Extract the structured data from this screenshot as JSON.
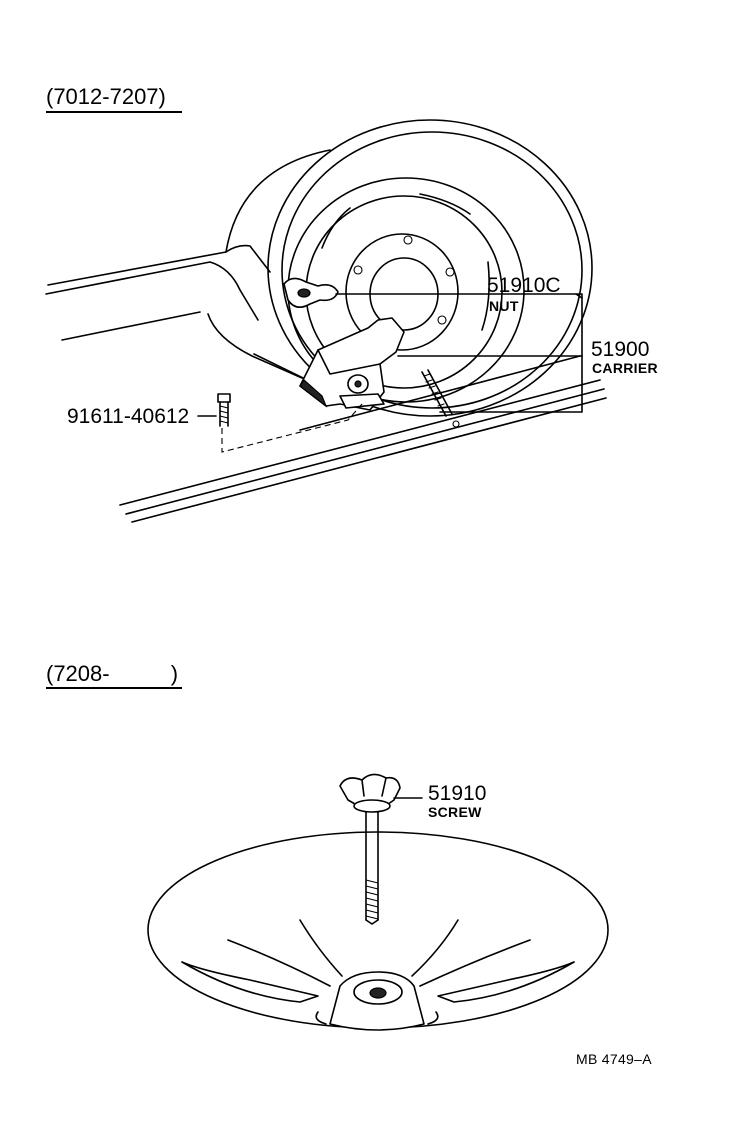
{
  "sections": [
    {
      "range_label": "(7012-7207)"
    },
    {
      "range_label": "(7208-          )"
    }
  ],
  "callouts": {
    "nut": {
      "part_no": "51910C",
      "name": "NUT"
    },
    "carrier": {
      "part_no": "51900",
      "name": "CARRIER"
    },
    "bolt": {
      "part_no": "91611-40612"
    },
    "screw": {
      "part_no": "51910",
      "name": "SCREW"
    }
  },
  "figure_code": "MB 4749–A"
}
